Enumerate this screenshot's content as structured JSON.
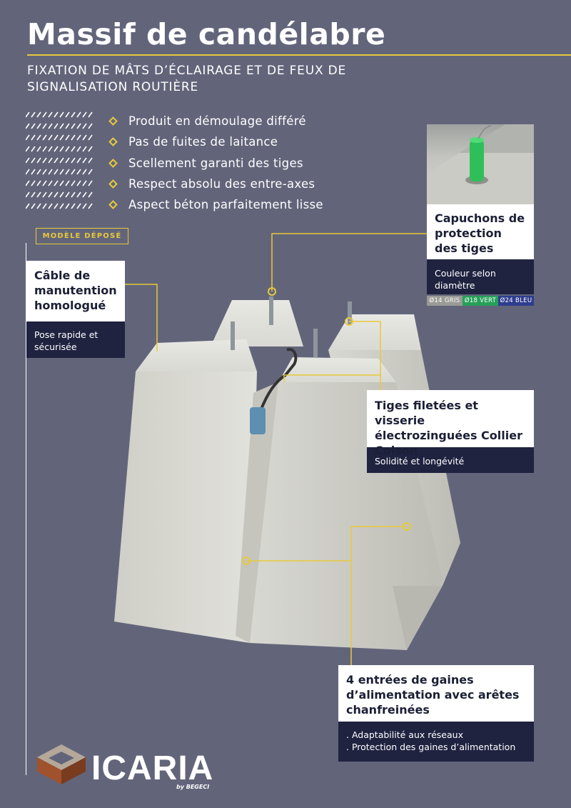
{
  "header": {
    "title": "Massif de candélabre",
    "subtitle": "FIXATION DE MÂTS D’ÉCLAIRAGE ET DE FEUX DE SIGNALISATION ROUTIÈRE"
  },
  "features": [
    "Produit en démoulage différé",
    "Pas de fuites de laitance",
    "Scellement garanti des tiges",
    "Respect absolu des entre-axes",
    "Aspect béton parfaitement lisse"
  ],
  "badge": "MODÈLE DÉPOSÉ",
  "callouts": {
    "cable": {
      "title": "Câble de manutention homologué",
      "body": "Pose rapide et sécurisée"
    },
    "caps": {
      "title": "Capuchons de protection des tiges",
      "body": "Couleur selon diamètre"
    },
    "rods": {
      "title": "Tiges filetées et visserie électrozinguées Collier Colson",
      "body": "Solidité et longévité"
    },
    "ducts": {
      "title": "4 entrées de gaines d’alimentation avec arêtes chanfreinées",
      "body_line1": ". Adaptabilité aux réseaux",
      "body_line2": ". Protection des gaines d’alimentation"
    }
  },
  "diameters": [
    {
      "label": "Ø14 GRIS",
      "color": "#9a9a96"
    },
    {
      "label": "Ø18 VERT",
      "color": "#27a05a"
    },
    {
      "label": "Ø24 BLEU",
      "color": "#2f3d8e"
    }
  ],
  "brand": {
    "name": "ICARIA",
    "by": "by BEGECI"
  },
  "colors": {
    "background": "#62657a",
    "accent": "#e8c93b",
    "panel_dark": "#1f2340"
  }
}
